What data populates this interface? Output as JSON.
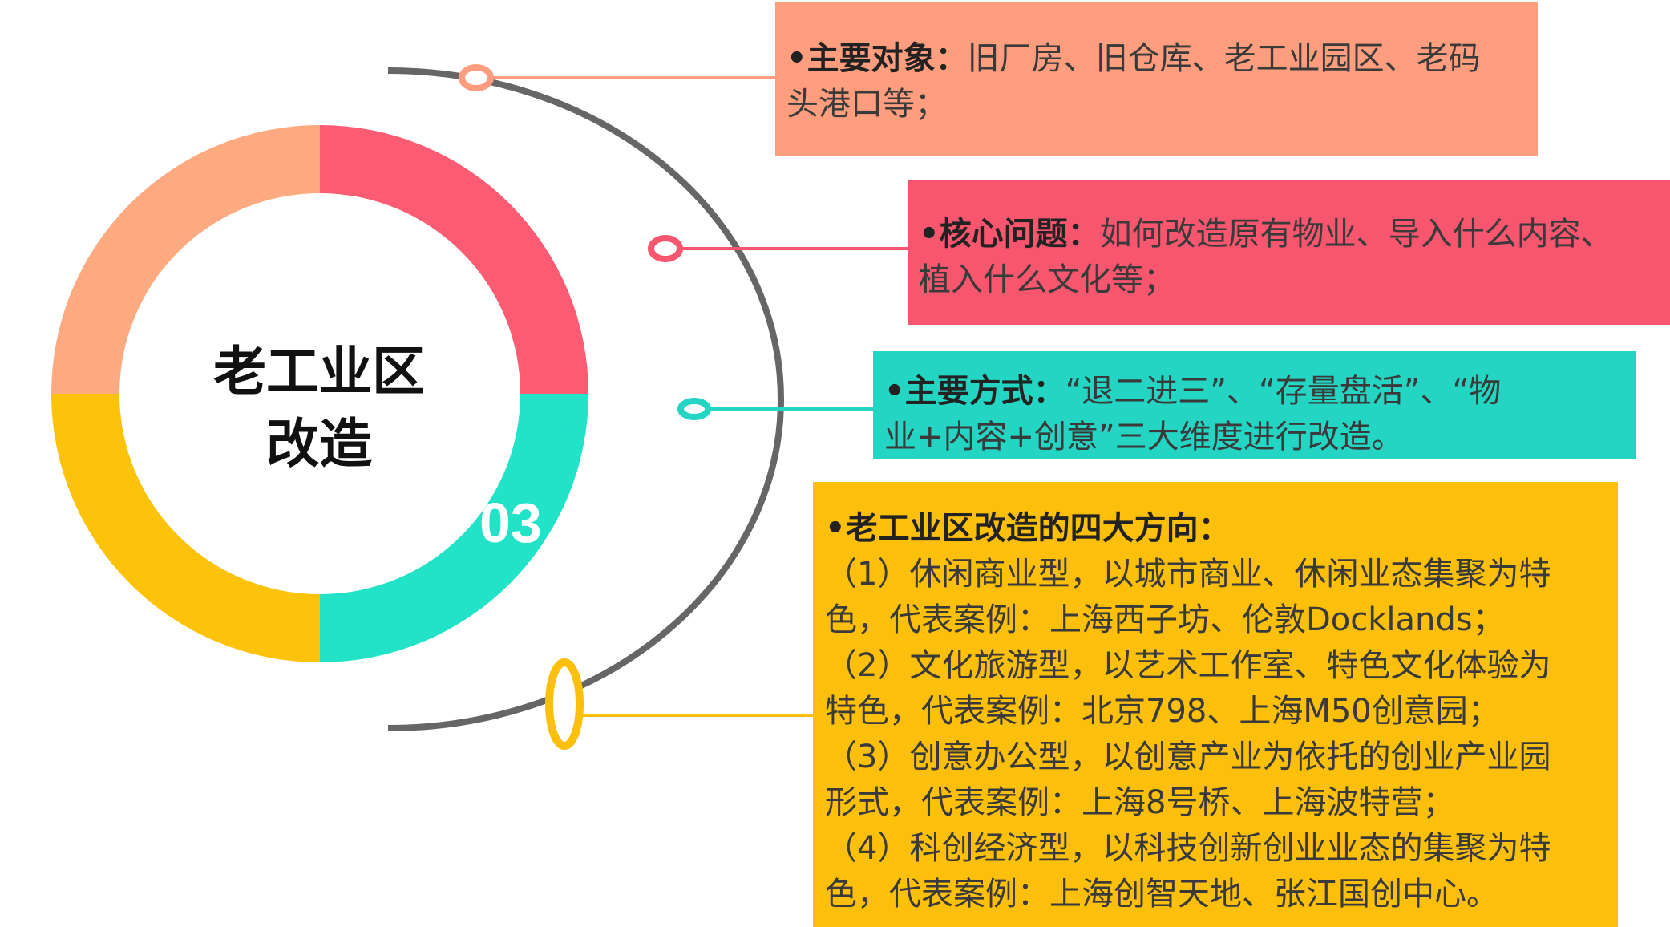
{
  "center": {
    "title_line1": "老工业区",
    "title_line2": "改造",
    "section_number": "03"
  },
  "colors": {
    "salmon": "#FF9E7E",
    "ring_salmon": "#FDAA80",
    "pink": "#F7566E",
    "ring_pink": "#FB5C74",
    "teal": "#23D5C2",
    "ring_teal": "#22E3C8",
    "yellow": "#FCBF0C",
    "ring_yellow": "#FDC20A",
    "arc": "#666666"
  },
  "boxes": {
    "objects": {
      "label": "•主要对象：",
      "text_line1": "旧厂房、旧仓库、老工业园区、老码",
      "text_line2": "头港口等；"
    },
    "core": {
      "label": "•核心问题：",
      "text_line1": "如何改造原有物业、导入什么内容、",
      "text_line2": "植入什么文化等；"
    },
    "methods": {
      "label": "•主要方式：",
      "text_line1": "“退二进三”、“存量盘活”、“物",
      "text_line2": "业+内容+创意”三大维度进行改造。"
    },
    "directions": {
      "label": "•老工业区改造的四大方向：",
      "lines": [
        "（1）休闲商业型，以城市商业、休闲业态集聚为特",
        "色，代表案例：上海西子坊、伦敦Docklands；",
        "（2）文化旅游型，以艺术工作室、特色文化体验为",
        "特色，代表案例：北京798、上海M50创意园；",
        "（3）创意办公型，以创意产业为依托的创业产业园",
        "形式，代表案例：上海8号桥、上海波特营；",
        "（4）科创经济型，以科技创新创业业态的集聚为特",
        "色，代表案例：上海创智天地、张江国创中心。"
      ]
    }
  }
}
